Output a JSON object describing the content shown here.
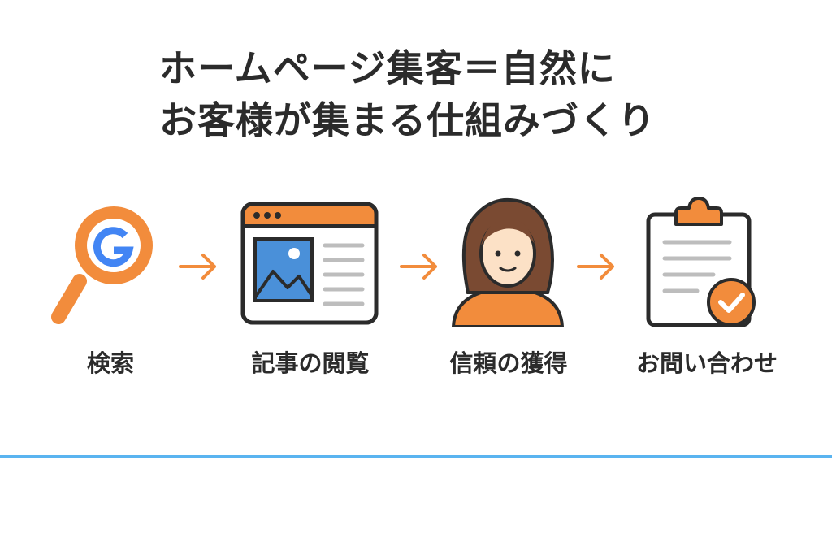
{
  "title": {
    "line1": "ホームページ集客＝自然に",
    "line2": "お客様が集まる仕組みづくり"
  },
  "steps": [
    {
      "label": "検索",
      "icon": "search-magnifier-icon"
    },
    {
      "label": "記事の閲覧",
      "icon": "browser-window-icon"
    },
    {
      "label": "信頼の獲得",
      "icon": "person-icon"
    },
    {
      "label": "お問い合わせ",
      "icon": "clipboard-check-icon"
    }
  ],
  "colors": {
    "accent": "#F28C3C",
    "google_blue": "#4285F4",
    "dark": "#2b2b2b",
    "divider": "#5AB4F0"
  }
}
